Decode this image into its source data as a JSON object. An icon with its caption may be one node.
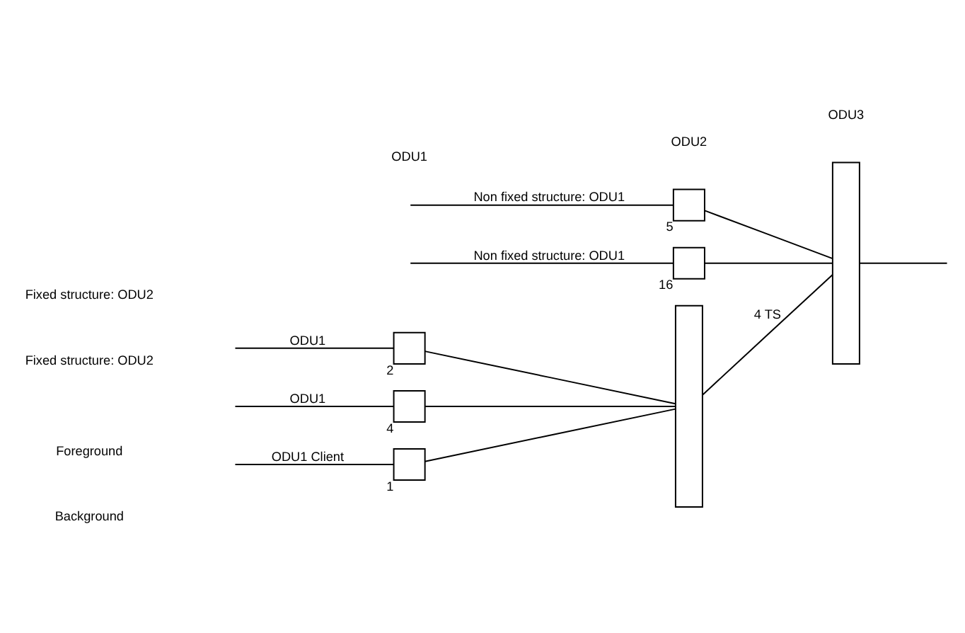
{
  "diagram": {
    "nodes": [
      {
        "text": [],
        "shape": "box",
        "beside": [
          "1"
        ]
      },
      {
        "text": [],
        "shape": "box",
        "beside": [
          "2"
        ]
      },
      {
        "text": [],
        "shape": "box",
        "beside": [
          "4"
        ]
      },
      {
        "text": [],
        "shape": "bar"
      },
      {
        "text": [],
        "shape": "bar"
      },
      {
        "text": [],
        "shape": "box",
        "beside": [
          "5"
        ]
      },
      {
        "text": [],
        "shape": "box",
        "beside": [
          "16"
        ]
      }
    ],
    "edges": [
      {
        "from": null,
        "to": 0,
        "arrow": "none",
        "label": "ODU1 Client"
      },
      {
        "from": null,
        "to": 1,
        "arrow": "none",
        "label": "ODU1"
      },
      {
        "from": null,
        "to": 2,
        "arrow": "none",
        "label": "ODU1"
      },
      {
        "from": 0,
        "to": 3,
        "arrow": "none"
      },
      {
        "from": 1,
        "to": 3,
        "arrow": "none"
      },
      {
        "from": 2,
        "to": 3,
        "arrow": "none"
      },
      {
        "from": 3,
        "to": 4,
        "arrow": "none",
        "label": "4 TS"
      },
      {
        "from": null,
        "to": 5,
        "arrow": "none",
        "label": "Non fixed structure: ODU1"
      },
      {
        "from": null,
        "to": 6,
        "arrow": "none",
        "label": "Non fixed structure: ODU1"
      },
      {
        "from": 5,
        "to": 4,
        "arrow": "none"
      },
      {
        "from": 6,
        "to": 4,
        "arrow": "none"
      },
      {
        "from": 4,
        "to": null,
        "arrow": "none"
      }
    ],
    "labels": [
      "ODU1",
      "ODU2",
      "ODU3",
      "Foreground",
      "Background",
      "Fixed structure: ODU2",
      "Fixed structure: ODU2"
    ]
  }
}
